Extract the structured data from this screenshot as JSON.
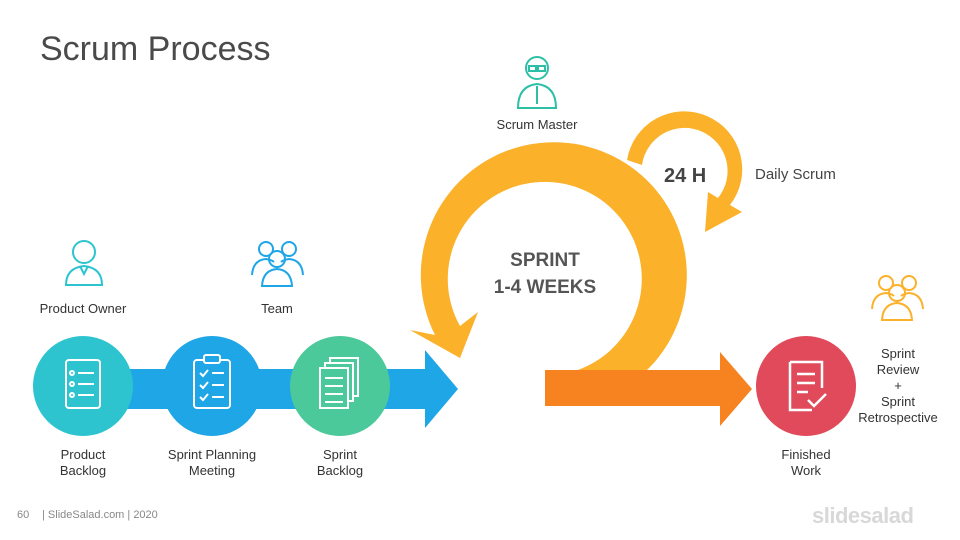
{
  "title": "Scrum Process",
  "roles": {
    "product_owner": "Product Owner",
    "team": "Team",
    "scrum_master": "Scrum Master"
  },
  "steps": {
    "product_backlog": [
      "Product",
      "Backlog"
    ],
    "sprint_planning": [
      "Sprint Planning",
      "Meeting"
    ],
    "sprint_backlog": [
      "Sprint",
      "Backlog"
    ],
    "finished_work": [
      "Finished",
      "Work"
    ]
  },
  "sprint": {
    "line1": "SPRINT",
    "line2": "1-4 WEEKS"
  },
  "daily": {
    "hours": "24 H",
    "label": "Daily Scrum"
  },
  "review": [
    "Sprint",
    "Review",
    "+",
    "Sprint",
    "Retrospective"
  ],
  "footer": {
    "page": "60",
    "credit": "| SlideSalad.com | 2020",
    "brand": "slidesalad"
  },
  "colors": {
    "teal": "#2dc4cf",
    "blue": "#1ea6e6",
    "green": "#4bc99a",
    "red": "#e04a5a",
    "arrow_blue": "#1ea6e6",
    "orange_arrow": "#f6831f",
    "cycle": "#fbb12a"
  }
}
